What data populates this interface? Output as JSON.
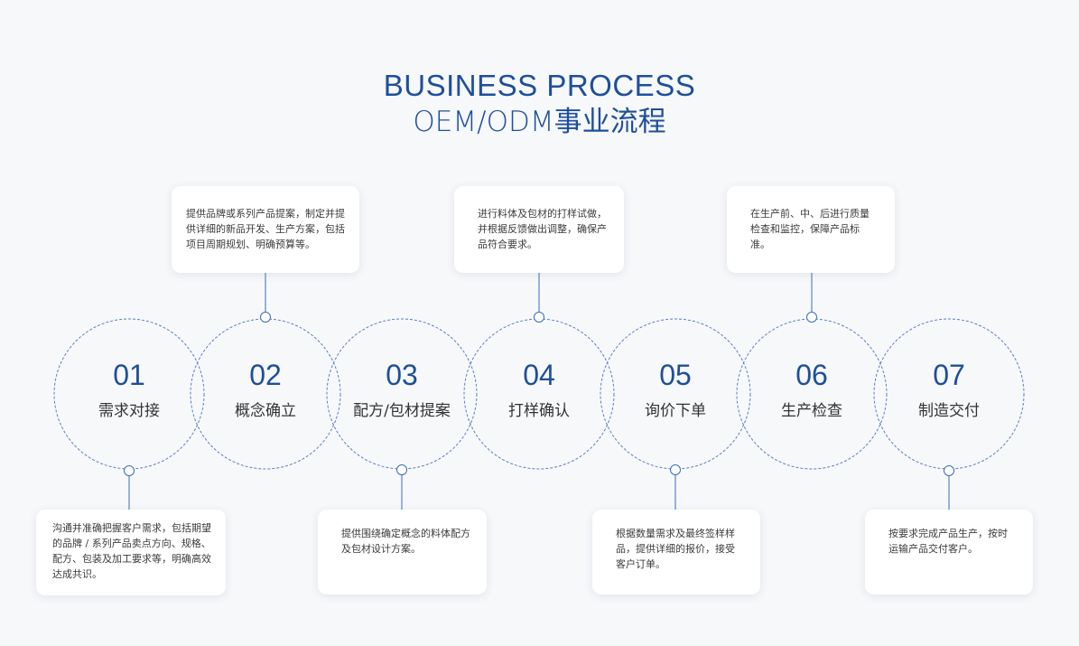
{
  "title": {
    "en": "BUSINESS PROCESS",
    "cn": "OEM/ODM事业流程"
  },
  "colors": {
    "accent": "#1e4f9c",
    "circle_stroke": "#5b7fc0",
    "connector": "#3d6db5",
    "background": "#f7f8fa",
    "card": "#ffffff"
  },
  "steps": [
    {
      "num": "01",
      "label": "需求对接",
      "description": "沟通并准确把握客户需求，包括期望的品牌 / 系列产品卖点方向、规格、配方、包装及加工要求等，明确高效达成共识。"
    },
    {
      "num": "02",
      "label": "概念确立",
      "description": "提供品牌或系列产品提案，制定并提供详细的新品开发、生产方案，包括项目周期规划、明确预算等。"
    },
    {
      "num": "03",
      "label": "配方/包材提案",
      "description": "提供围绕确定概念的料体配方及包材设计方案。"
    },
    {
      "num": "04",
      "label": "打样确认",
      "description": "进行料体及包材的打样试做，并根据反馈做出调整，确保产品符合要求。"
    },
    {
      "num": "05",
      "label": "询价下单",
      "description": "根据数量需求及最终签样样品，提供详细的报价，接受客户订单。"
    },
    {
      "num": "06",
      "label": "生产检查",
      "description": "在生产前、中、后进行质量检查和监控，保障产品标准。"
    },
    {
      "num": "07",
      "label": "制造交付",
      "description": "按要求完成产品生产，按时运输产品交付客户。"
    }
  ]
}
